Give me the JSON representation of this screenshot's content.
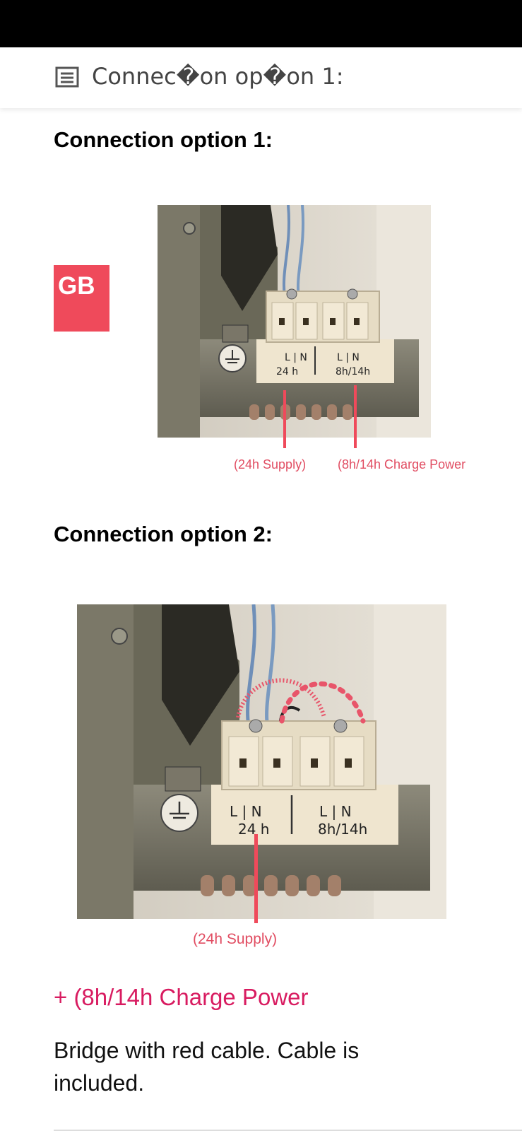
{
  "toc": {
    "title": "Connec�on op�on 1:",
    "icon": "list-icon"
  },
  "section1": {
    "heading": "Connection option 1:",
    "badge": "GB",
    "photo": {
      "left_label_top": "L | N",
      "left_label_bottom": "24 h",
      "right_label_top": "L | N",
      "right_label_bottom": "8h/14h"
    },
    "caption_supply": "(24h Supply)",
    "caption_charge": "(8h/14h Charge Power"
  },
  "section2": {
    "heading": "Connection option 2:",
    "photo": {
      "left_label_top": "L | N",
      "left_label_bottom": "24 h",
      "right_label_top": "L | N",
      "right_label_bottom": "8h/14h"
    },
    "caption_supply": "(24h Supply)",
    "charge_line": "+ (8h/14h Charge Power",
    "paragraph": "Bridge with red cable. Cable is included."
  },
  "colors": {
    "accent": "#ef4a5b",
    "charge_text": "#d81b60",
    "caption": "#e14d62"
  }
}
